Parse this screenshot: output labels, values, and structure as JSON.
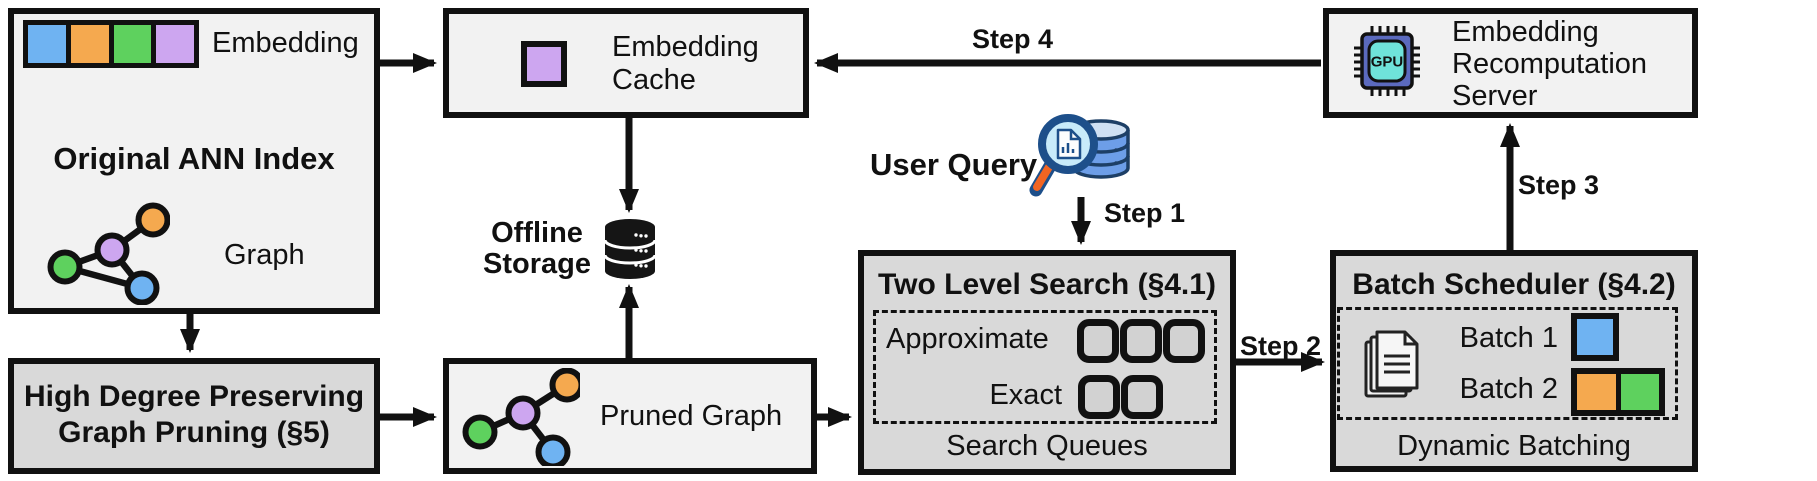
{
  "diagram": {
    "ann_index": {
      "embedding_label": "Embedding",
      "title": "Original ANN Index",
      "graph_label": "Graph"
    },
    "high_degree_pruning": {
      "line1": "High Degree Preserving",
      "line2": "Graph Pruning (§5)"
    },
    "embedding_cache": {
      "line1": "Embedding",
      "line2": "Cache"
    },
    "offline_storage": {
      "line1": "Offline",
      "line2": "Storage"
    },
    "pruned_graph": {
      "label": "Pruned Graph"
    },
    "user_query": {
      "label": "User Query"
    },
    "two_level_search": {
      "title": "Two Level Search (§4.1)",
      "approximate_label": "Approximate",
      "exact_label": "Exact",
      "footer": "Search Queues"
    },
    "batch_scheduler": {
      "title": "Batch Scheduler (§4.2)",
      "batch1_label": "Batch 1",
      "batch2_label": "Batch 2",
      "footer": "Dynamic Batching"
    },
    "recomputation_server": {
      "line1": "Embedding",
      "line2": "Recomputation",
      "line3": "Server",
      "gpu_label": "GPU"
    },
    "steps": {
      "step1": "Step 1",
      "step2": "Step 2",
      "step3": "Step 3",
      "step4": "Step 4"
    }
  },
  "colors": {
    "blue": "#6fb3f2",
    "orange": "#f5a94f",
    "green": "#5ed15e",
    "purple": "#cda6f0",
    "box_light": "#f2f2f2",
    "box_dark": "#d9d9d9",
    "outline": "#111111"
  }
}
